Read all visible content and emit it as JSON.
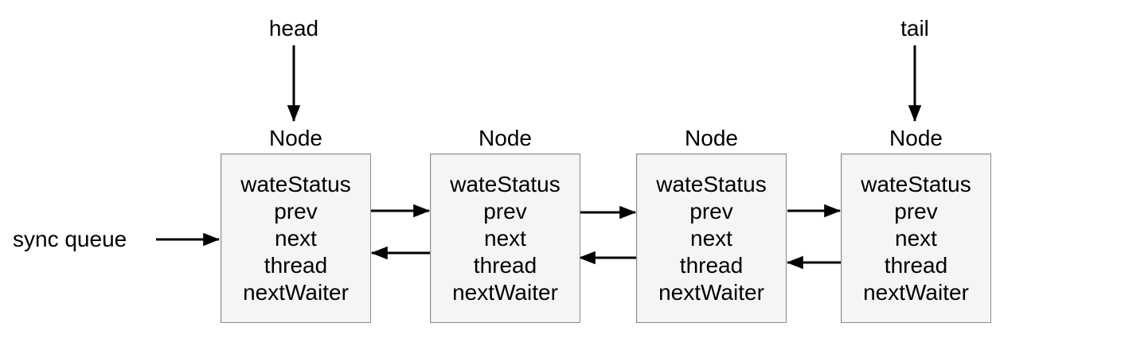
{
  "labels": {
    "head": "head",
    "tail": "tail",
    "sync_queue": "sync queue"
  },
  "nodes": [
    {
      "title": "Node",
      "fields": [
        "wateStatus",
        "prev",
        "next",
        "thread",
        "nextWaiter"
      ]
    },
    {
      "title": "Node",
      "fields": [
        "wateStatus",
        "prev",
        "next",
        "thread",
        "nextWaiter"
      ]
    },
    {
      "title": "Node",
      "fields": [
        "wateStatus",
        "prev",
        "next",
        "thread",
        "nextWaiter"
      ]
    },
    {
      "title": "Node",
      "fields": [
        "wateStatus",
        "prev",
        "next",
        "thread",
        "nextWaiter"
      ]
    }
  ],
  "colors": {
    "background": "#ffffff",
    "box_fill": "#f5f5f5",
    "box_border": "#8c8c8c",
    "arrow": "#000000",
    "text": "#000000"
  }
}
